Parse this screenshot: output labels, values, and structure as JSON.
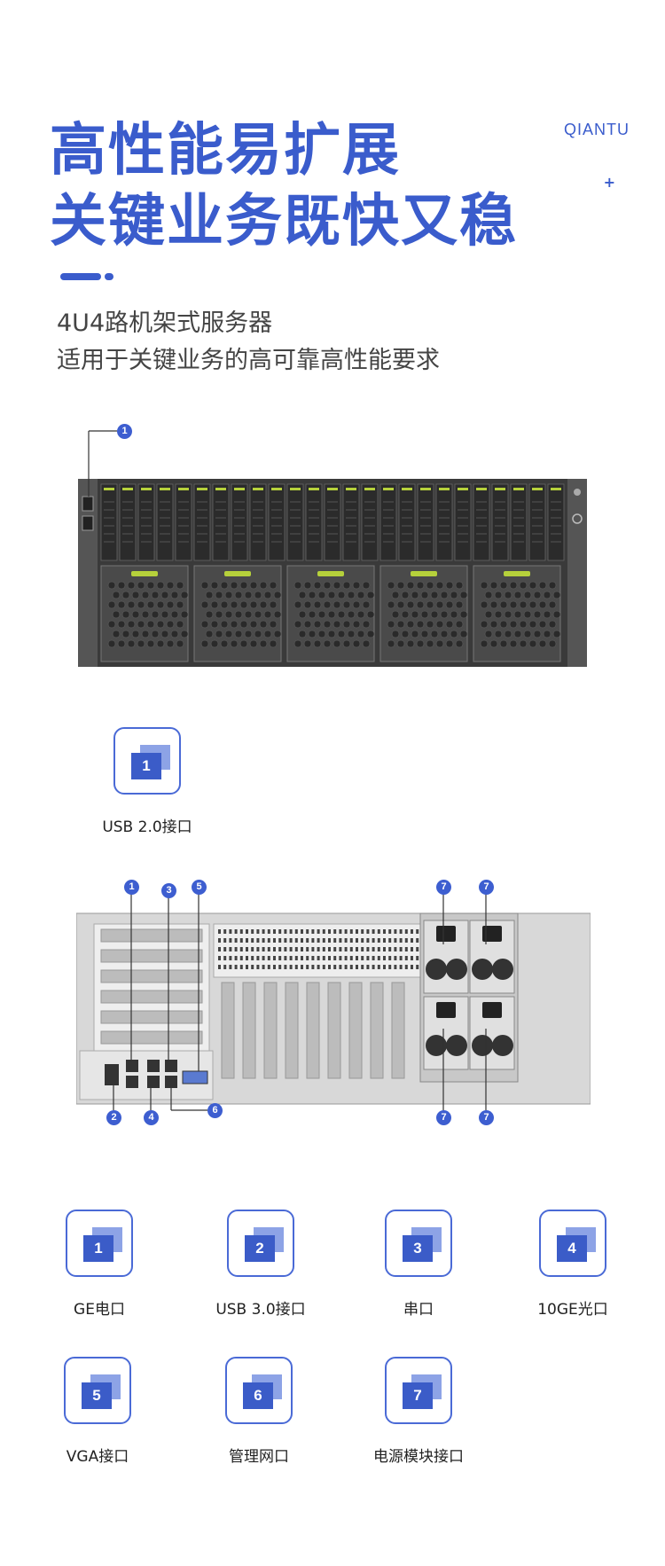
{
  "header": {
    "title_line1": "高性能易扩展",
    "title_line2": "关键业务既快又稳",
    "brand": "QIANTU",
    "plus": "+"
  },
  "subtitle": {
    "line1": "4U4路机架式服务器",
    "line2": "适用于关键业务的高可靠高性能要求"
  },
  "front": {
    "callouts": [
      "1"
    ],
    "legend": [
      {
        "num": "1",
        "label": "USB 2.0接口"
      }
    ]
  },
  "rear": {
    "callouts_top": [
      "1",
      "3",
      "5",
      "7",
      "7"
    ],
    "callouts_bottom": [
      "2",
      "4",
      "6",
      "7",
      "7"
    ],
    "legend": [
      {
        "num": "1",
        "label": "GE电口"
      },
      {
        "num": "2",
        "label": "USB 3.0接口"
      },
      {
        "num": "3",
        "label": "串口"
      },
      {
        "num": "4",
        "label": "10GE光口"
      },
      {
        "num": "5",
        "label": "VGA接口"
      },
      {
        "num": "6",
        "label": "管理网口"
      },
      {
        "num": "7",
        "label": "电源模块接口"
      }
    ]
  },
  "colors": {
    "accent": "#3a5ccc",
    "chassis": "#3a3a3a",
    "bay_accent": "#b6d13b"
  }
}
